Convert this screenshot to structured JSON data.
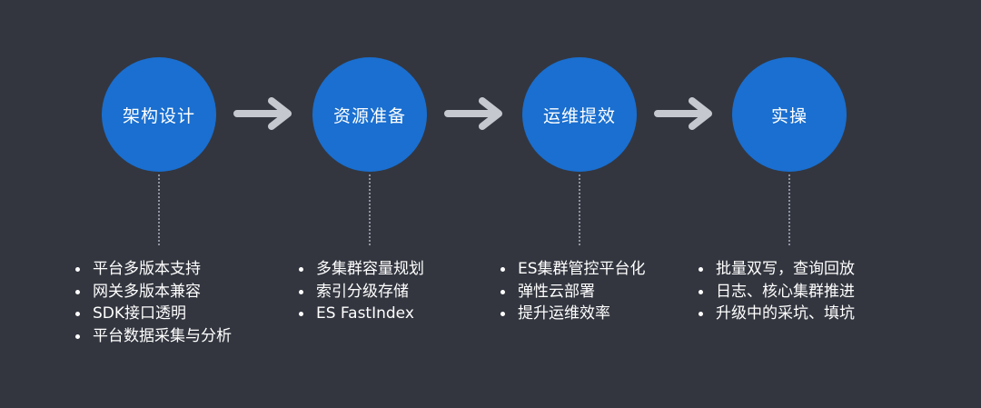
{
  "colors": {
    "background": "#33363f",
    "circle": "#1a6fd0",
    "arrow": "#c5c8ce",
    "text": "#ffffff",
    "connector": "#8f94a0"
  },
  "stages": [
    {
      "title": "架构设计",
      "items": [
        "平台多版本支持",
        "网关多版本兼容",
        "SDK接口透明",
        "平台数据采集与分析"
      ]
    },
    {
      "title": "资源准备",
      "items": [
        "多集群容量规划",
        "索引分级存储",
        "ES FastIndex"
      ]
    },
    {
      "title": "运维提效",
      "items": [
        "ES集群管控平台化",
        "弹性云部署",
        "提升运维效率"
      ]
    },
    {
      "title": "实操",
      "items": [
        "批量双写，查询回放",
        "日志、核心集群推进",
        "升级中的采坑、填坑"
      ]
    }
  ]
}
